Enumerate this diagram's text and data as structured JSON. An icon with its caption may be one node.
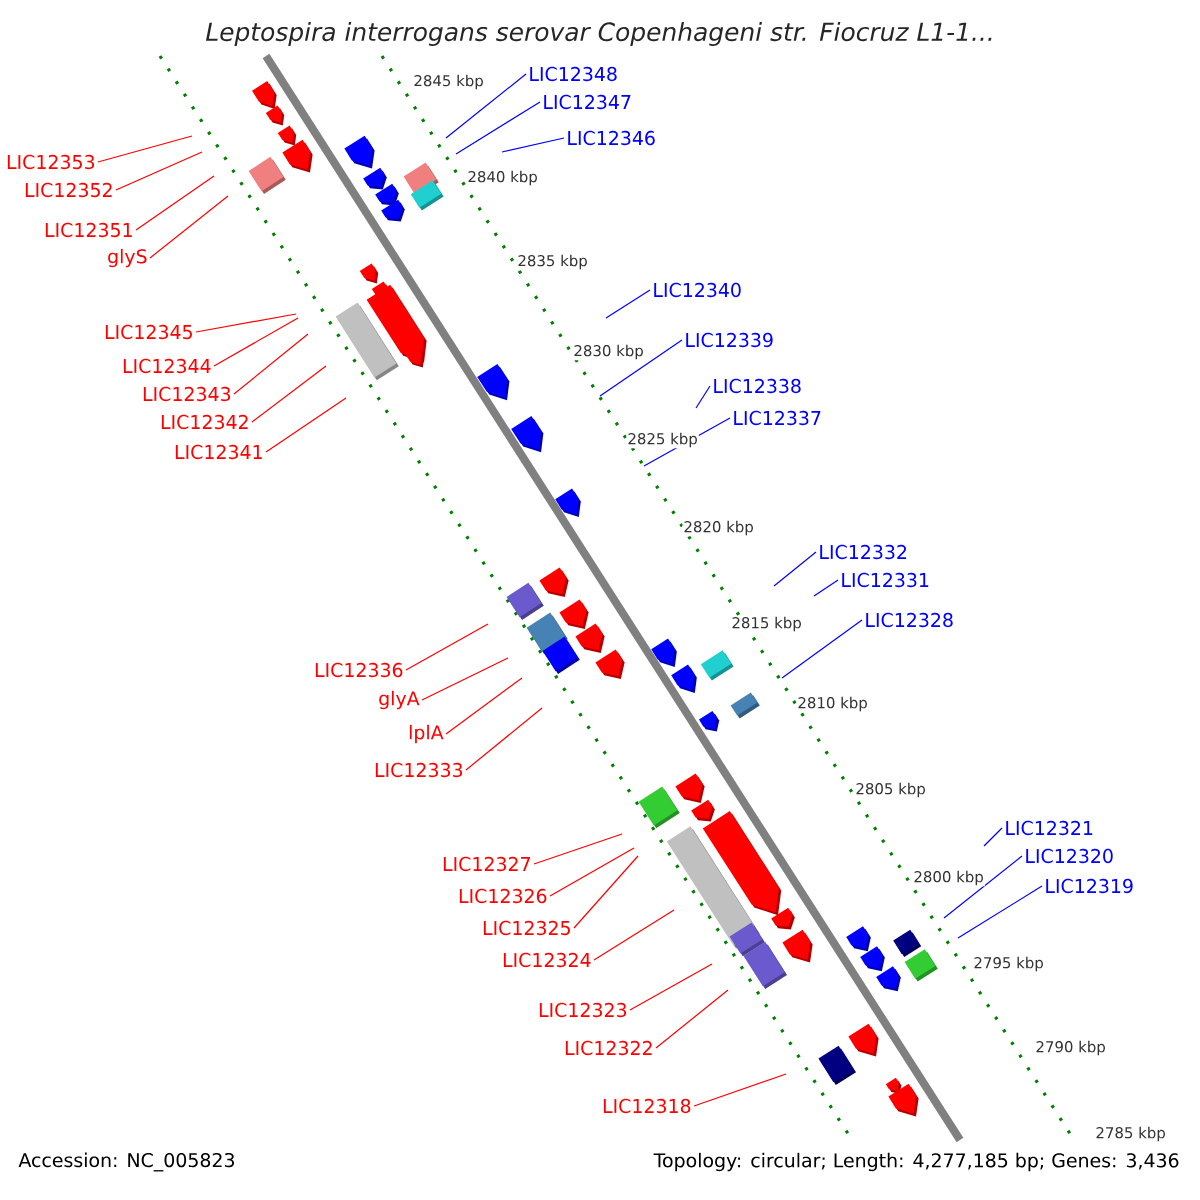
{
  "diagram": {
    "title": "Leptospira interrogans serovar Copenhageni str. Fiocruz L1-1...",
    "nodes": [
      {
        "text": [
          "LIC12353"
        ]
      },
      {
        "text": [
          "LIC12352"
        ]
      },
      {
        "text": [
          "LIC12351"
        ]
      },
      {
        "text": [
          "glyS"
        ]
      },
      {
        "text": [
          "LIC12345"
        ]
      },
      {
        "text": [
          "LIC12344"
        ]
      },
      {
        "text": [
          "LIC12343"
        ]
      },
      {
        "text": [
          "LIC12342"
        ]
      },
      {
        "text": [
          "LIC12341"
        ]
      },
      {
        "text": [
          "LIC12336"
        ]
      },
      {
        "text": [
          "glyA"
        ]
      },
      {
        "text": [
          "lplA"
        ]
      },
      {
        "text": [
          "LIC12333"
        ]
      },
      {
        "text": [
          "LIC12327"
        ]
      },
      {
        "text": [
          "LIC12326"
        ]
      },
      {
        "text": [
          "LIC12325"
        ]
      },
      {
        "text": [
          "LIC12324"
        ]
      },
      {
        "text": [
          "LIC12323"
        ]
      },
      {
        "text": [
          "LIC12322"
        ]
      },
      {
        "text": [
          "LIC12318"
        ]
      },
      {
        "text": [
          "LIC12348"
        ]
      },
      {
        "text": [
          "LIC12347"
        ]
      },
      {
        "text": [
          "LIC12346"
        ]
      },
      {
        "text": [
          "LIC12340"
        ]
      },
      {
        "text": [
          "LIC12339"
        ]
      },
      {
        "text": [
          "LIC12338"
        ]
      },
      {
        "text": [
          "LIC12337"
        ]
      },
      {
        "text": [
          "LIC12332"
        ]
      },
      {
        "text": [
          "LIC12331"
        ]
      },
      {
        "text": [
          "LIC12328"
        ]
      },
      {
        "text": [
          "LIC12321"
        ]
      },
      {
        "text": [
          "LIC12320"
        ]
      },
      {
        "text": [
          "LIC12319"
        ]
      }
    ],
    "edges": [
      {
        "from": 0,
        "to": null,
        "arrow": "none"
      },
      {
        "from": 1,
        "to": null,
        "arrow": "none"
      },
      {
        "from": 2,
        "to": null,
        "arrow": "none"
      },
      {
        "from": 3,
        "to": null,
        "arrow": "none"
      },
      {
        "from": 4,
        "to": null,
        "arrow": "none"
      },
      {
        "from": 5,
        "to": null,
        "arrow": "none"
      },
      {
        "from": 6,
        "to": null,
        "arrow": "none"
      },
      {
        "from": 7,
        "to": null,
        "arrow": "none"
      },
      {
        "from": 8,
        "to": null,
        "arrow": "none"
      },
      {
        "from": 9,
        "to": null,
        "arrow": "none"
      },
      {
        "from": 10,
        "to": null,
        "arrow": "none"
      },
      {
        "from": 11,
        "to": null,
        "arrow": "none"
      },
      {
        "from": 12,
        "to": null,
        "arrow": "none"
      },
      {
        "from": 13,
        "to": null,
        "arrow": "none"
      },
      {
        "from": 14,
        "to": null,
        "arrow": "none"
      },
      {
        "from": 15,
        "to": null,
        "arrow": "none"
      },
      {
        "from": 16,
        "to": null,
        "arrow": "none"
      },
      {
        "from": 17,
        "to": null,
        "arrow": "none"
      },
      {
        "from": 18,
        "to": null,
        "arrow": "none"
      },
      {
        "from": 19,
        "to": null,
        "arrow": "none"
      },
      {
        "from": 20,
        "to": null,
        "arrow": "none",
        "color": "#0000ff"
      },
      {
        "from": 21,
        "to": null,
        "arrow": "none",
        "color": "#0000ff"
      },
      {
        "from": 22,
        "to": null,
        "arrow": "none",
        "color": "#0000ff"
      },
      {
        "from": 23,
        "to": null,
        "arrow": "none",
        "color": "#0000ff"
      },
      {
        "from": 24,
        "to": null,
        "arrow": "none",
        "color": "#0000ff"
      },
      {
        "from": 25,
        "to": null,
        "arrow": "none",
        "color": "#0000ff"
      },
      {
        "from": 26,
        "to": null,
        "arrow": "none",
        "color": "#0000ff"
      },
      {
        "from": 27,
        "to": null,
        "arrow": "none",
        "color": "#0000ff"
      },
      {
        "from": 28,
        "to": null,
        "arrow": "none",
        "color": "#0000ff"
      },
      {
        "from": 29,
        "to": null,
        "arrow": "none",
        "color": "#0000ff"
      },
      {
        "from": 30,
        "to": null,
        "arrow": "none",
        "color": "#0000ff"
      },
      {
        "from": 31,
        "to": null,
        "arrow": "none",
        "color": "#0000ff"
      },
      {
        "from": 32,
        "to": null,
        "arrow": "none",
        "color": "#0000ff"
      }
    ],
    "labels": [
      "2845 kbp",
      "2840 kbp",
      "2835 kbp",
      "2830 kbp",
      "2825 kbp",
      "2820 kbp",
      "2815 kbp",
      "2810 kbp",
      "2805 kbp",
      "2800 kbp",
      "2795 kbp",
      "2790 kbp",
      "2785 kbp",
      "Accession: NC_005823",
      "Topology: circular; Length: 4,277,185 bp; Genes: 3,436"
    ]
  }
}
